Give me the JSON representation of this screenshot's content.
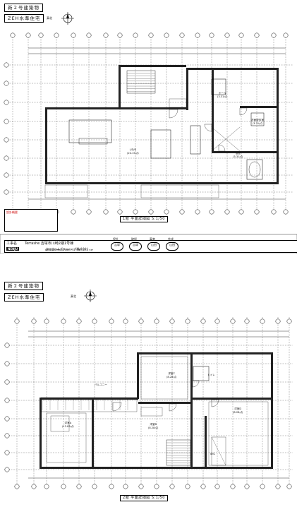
{
  "sheet1": {
    "label_project": "新２号建築物",
    "label_zeh": "ZEH水準住宅",
    "north_label": "真北",
    "plan_caption": "1階 平面詳細図 S:1/50",
    "legend_title": "設計概要",
    "titleblock": {
      "work_label": "工事名",
      "work_name": "Terrashe 吉塚市川崎2期1号棟",
      "company": "タマホームプランニング株式会社",
      "address": "福岡県福岡市中央区天神1-7-11 天神アイクラス6F",
      "stamps": [
        "設計",
        "確認",
        "審査",
        "作成"
      ],
      "stamp_names": [
        "吉塚",
        "吉塚",
        "山田",
        "山田"
      ],
      "logo": "NENJU"
    },
    "rooms": [
      {
        "name": "L/D/K",
        "area": "(24.15㎡)"
      },
      {
        "name": "ホール",
        "area": "(3.31㎡)"
      },
      {
        "name": "洗面脱衣室",
        "area": "(3.31㎡)"
      },
      {
        "name": "浴室",
        "area": "(3.31㎡)"
      }
    ]
  },
  "sheet2": {
    "label_project": "新２号建築物",
    "label_zeh": "ZEH水準住宅",
    "north_label": "真北",
    "plan_caption": "2階 平面詳細図 S:1/50",
    "rooms": [
      {
        "name": "洋室A",
        "area": "(12.83㎡)"
      },
      {
        "name": "洋室B",
        "area": "(8.28㎡)"
      },
      {
        "name": "洋室C",
        "area": "(8.28㎡)"
      },
      {
        "name": "洋室D",
        "area": "(8.28㎡)"
      },
      {
        "name": "バルコニー",
        "area": ""
      },
      {
        "name": "トイレ",
        "area": ""
      },
      {
        "name": "WIC",
        "area": ""
      }
    ]
  }
}
